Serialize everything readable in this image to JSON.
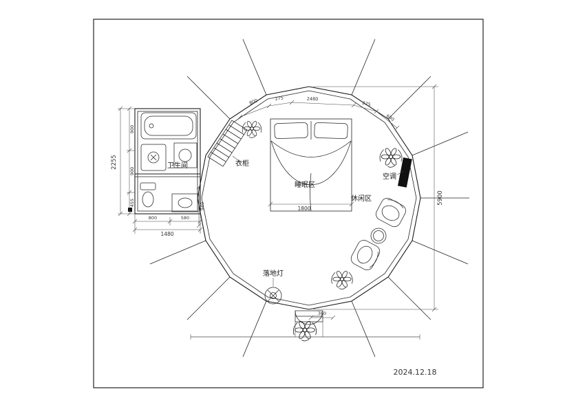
{
  "meta": {
    "date": "2024.12.18"
  },
  "labels": {
    "bathroom": "卫生间",
    "wardrobe": "衣柜",
    "sleeping": "睡眠区",
    "leisure": "休闲区",
    "ac": "空调",
    "floor_lamp": "落地灯"
  },
  "dims": {
    "annex_total_h": "2255",
    "annex_seg_h": [
      "900",
      "900",
      "455"
    ],
    "annex_total_w": "1480",
    "annex_seg_w": [
      "800",
      "580"
    ],
    "overall_h": "5900",
    "bed_w": "1800",
    "side_wall": "940",
    "entry_step": "360",
    "top_chain": [
      "800",
      "275",
      "2480",
      "275",
      "690"
    ]
  }
}
